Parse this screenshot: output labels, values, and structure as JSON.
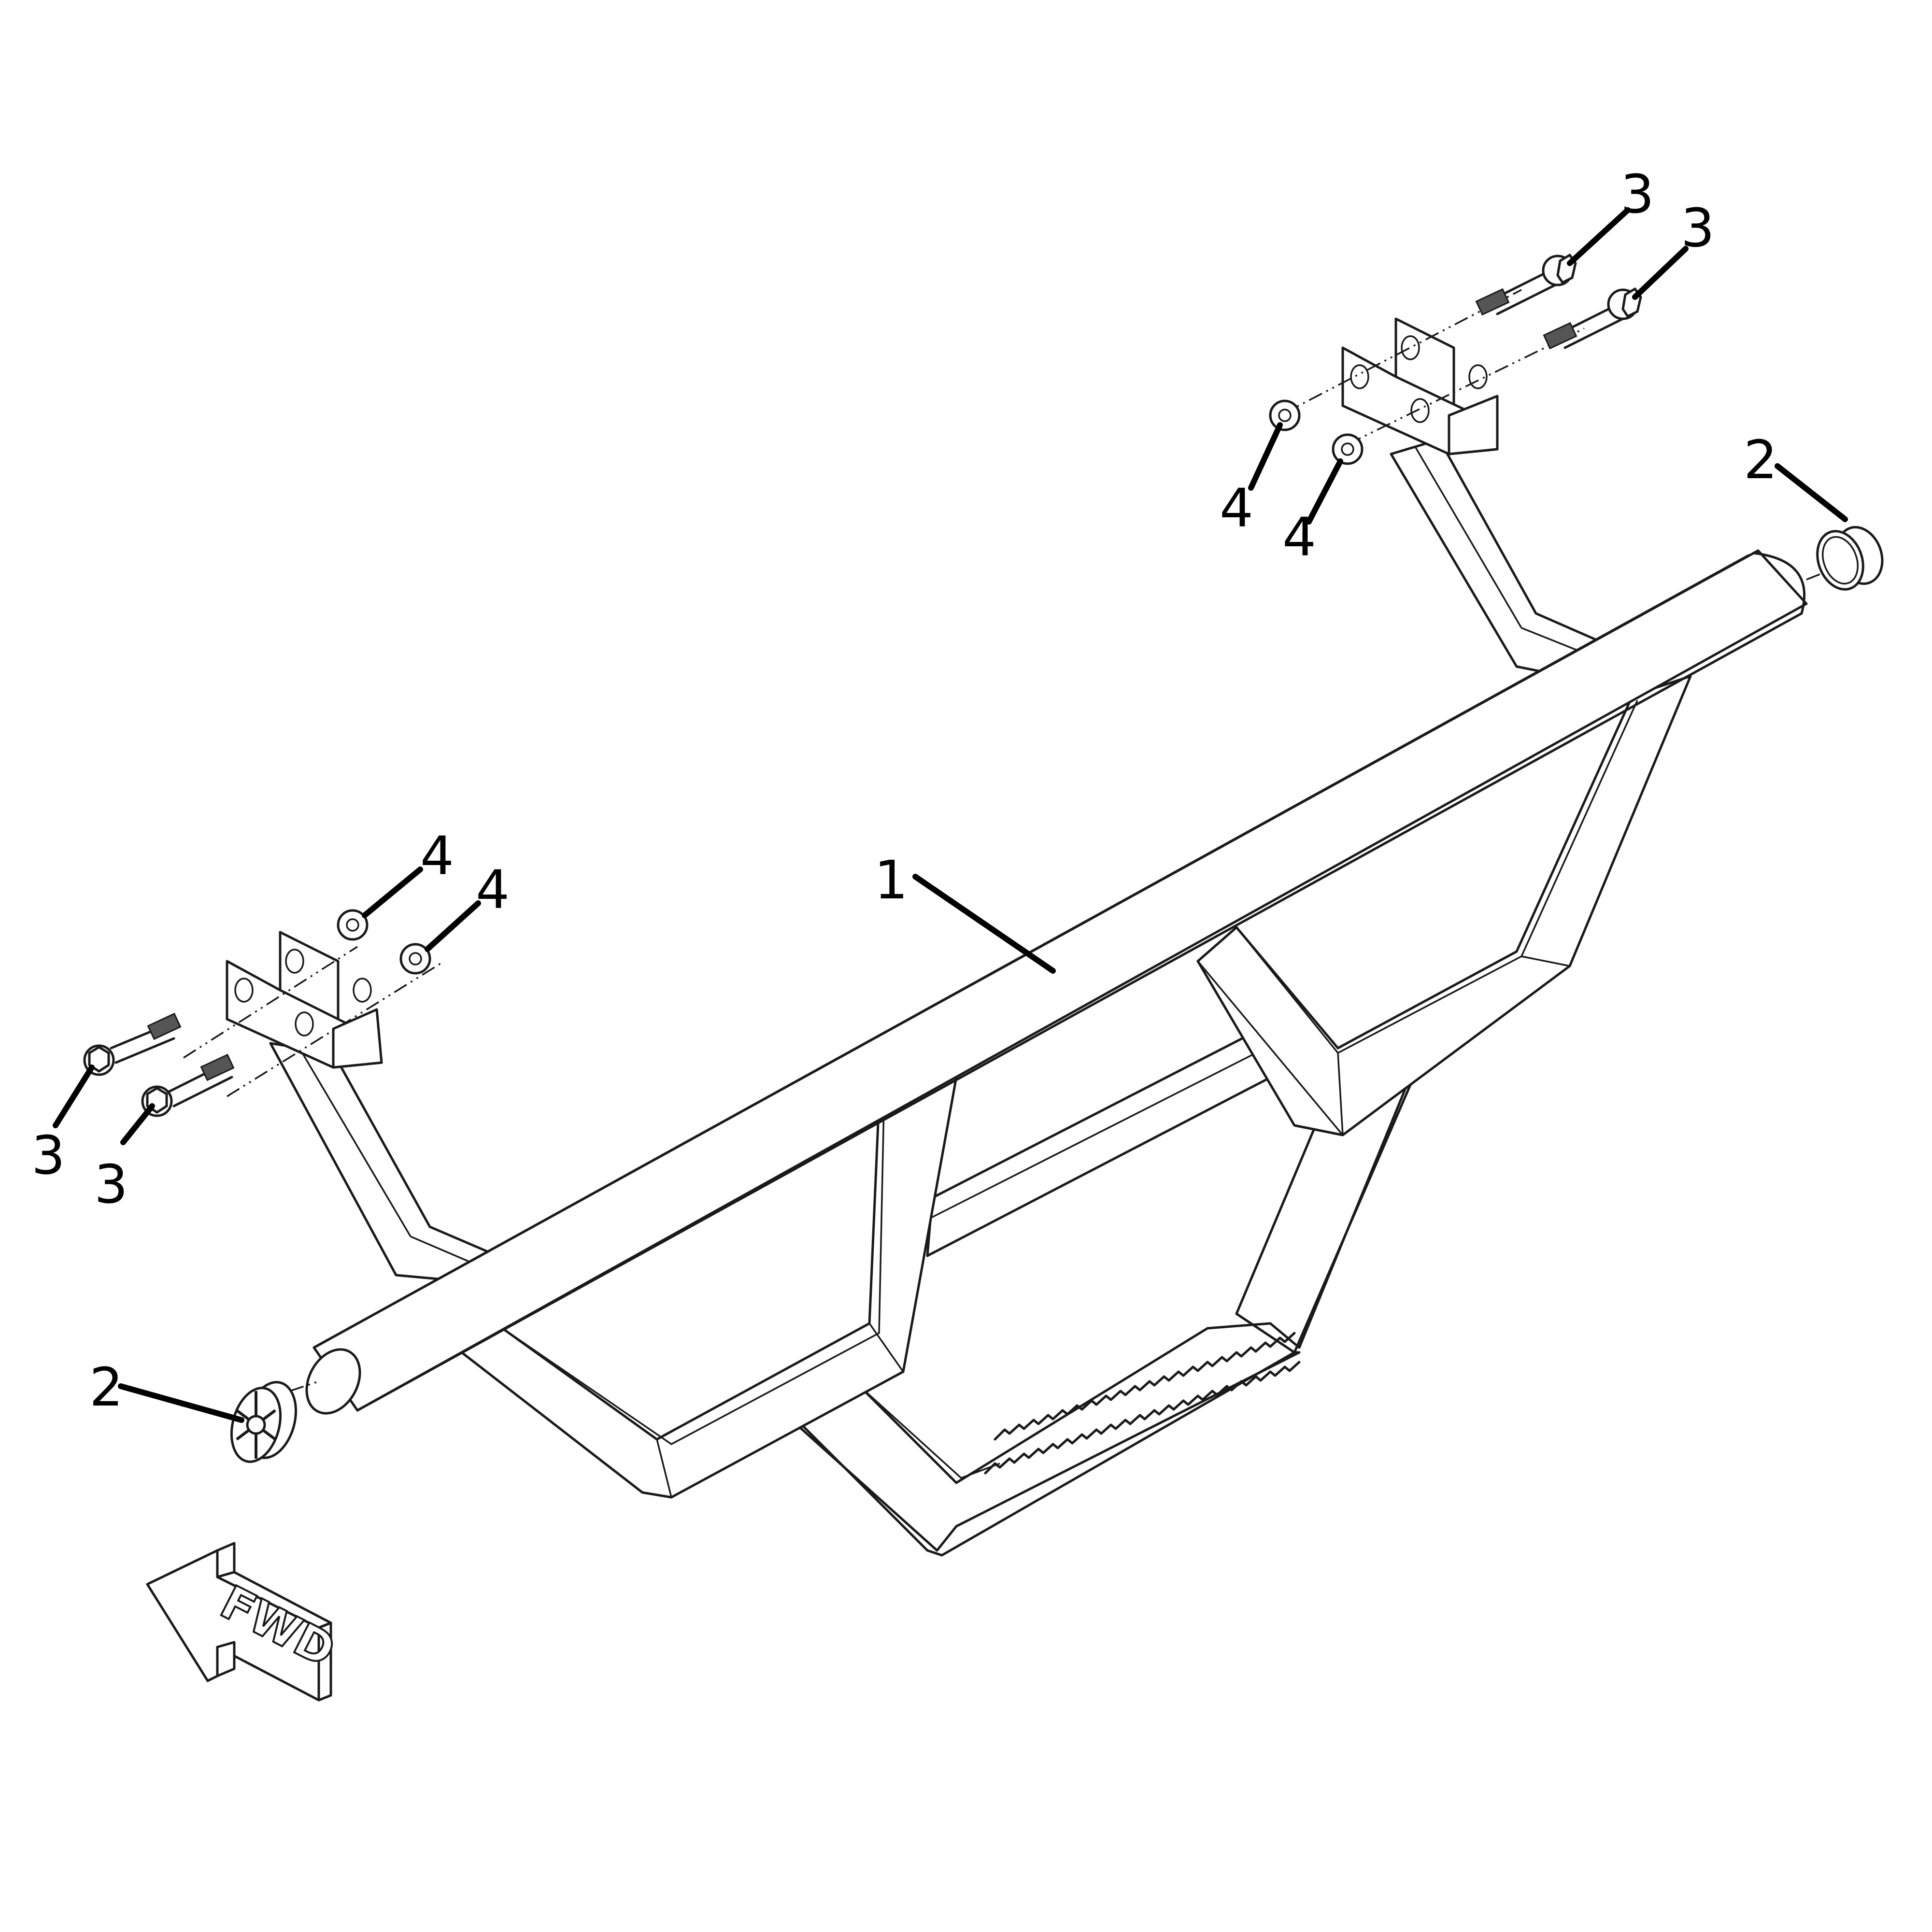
{
  "diagram": {
    "type": "exploded parts illustration",
    "subject": "rear tubular bumper / step assembly",
    "background": "#ffffff",
    "line_color": "#1a1a1a"
  },
  "callouts": [
    {
      "id": "c1",
      "label": "1",
      "part": "bumper-frame"
    },
    {
      "id": "c2a",
      "label": "2",
      "part": "end-cap-left"
    },
    {
      "id": "c2b",
      "label": "2",
      "part": "end-cap-right"
    },
    {
      "id": "c3a",
      "label": "3",
      "part": "flange-bolt-left-upper"
    },
    {
      "id": "c3b",
      "label": "3",
      "part": "flange-bolt-left-lower"
    },
    {
      "id": "c3c",
      "label": "3",
      "part": "flange-bolt-right-upper"
    },
    {
      "id": "c3d",
      "label": "3",
      "part": "flange-bolt-right-lower"
    },
    {
      "id": "c4a",
      "label": "4",
      "part": "flange-nut-left-upper"
    },
    {
      "id": "c4b",
      "label": "4",
      "part": "flange-nut-left-lower"
    },
    {
      "id": "c4c",
      "label": "4",
      "part": "flange-nut-right-upper"
    },
    {
      "id": "c4d",
      "label": "4",
      "part": "flange-nut-right-lower"
    }
  ],
  "direction_indicator": {
    "label": "FWD",
    "icon": "forward-arrow-icon"
  }
}
